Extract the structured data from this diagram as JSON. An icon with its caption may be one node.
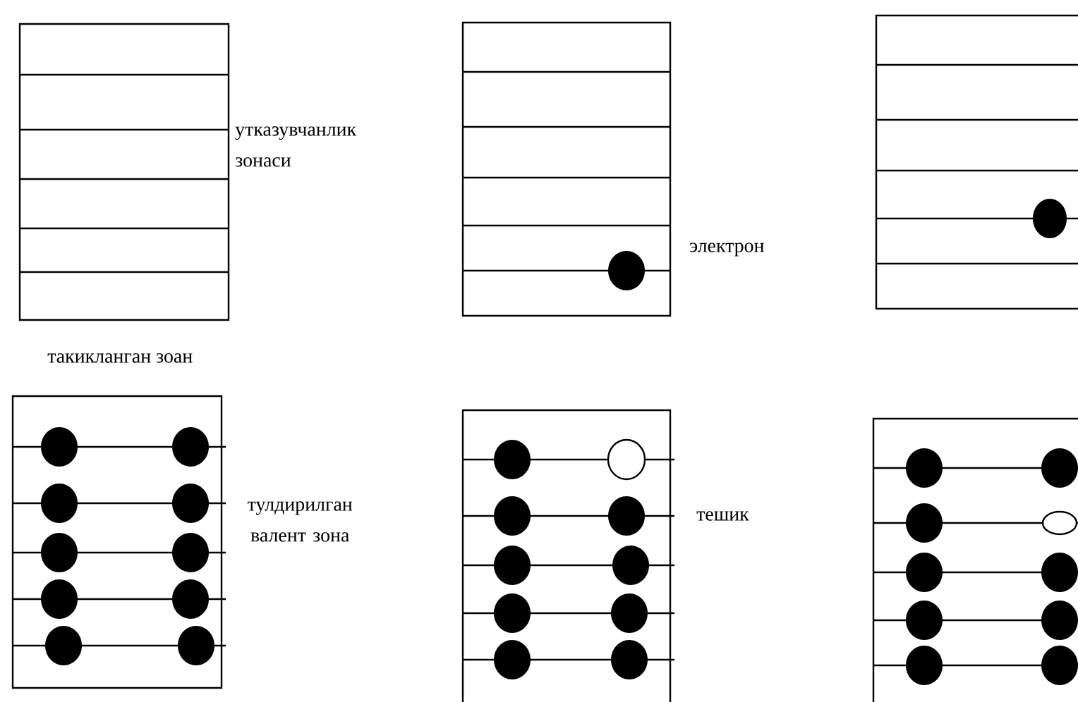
{
  "diagram": {
    "labels": [
      "утказувчанлик зонаси",
      "электрон",
      "такикланган зоан",
      "тулдирилган валент зона",
      "тешик"
    ]
  }
}
